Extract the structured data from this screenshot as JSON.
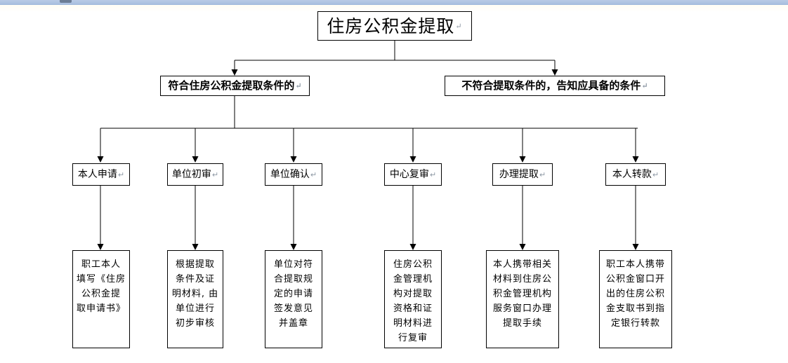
{
  "chrome": {
    "tab_marker": "",
    "present": true
  },
  "flowchart": {
    "title_node": {
      "label": "住房公积金提取",
      "return_mark": "↵"
    },
    "condition_nodes": [
      {
        "label": "符合住房公积金提取条件的",
        "return_mark": "↵"
      },
      {
        "label": "不符合提取条件的，告知应具备的条件",
        "return_mark": "↵"
      }
    ],
    "step_nodes": [
      {
        "label": "本人申请",
        "return_mark": "↵"
      },
      {
        "label": "单位初审",
        "return_mark": "↵"
      },
      {
        "label": "单位确认",
        "return_mark": "↵"
      },
      {
        "label": "中心复审",
        "return_mark": "↵"
      },
      {
        "label": "办理提取",
        "return_mark": "↵"
      },
      {
        "label": "本人转款",
        "return_mark": "↵"
      }
    ],
    "detail_nodes": [
      {
        "label": "职工本人\n填写《住房\n公积金提\n取申请书》"
      },
      {
        "label": "根据提取\n条件及证\n明材料, 由\n单位进行\n初步审核"
      },
      {
        "label": "单位对符\n合提取规\n定的申请\n签发意见\n并盖章"
      },
      {
        "label": "住房公积\n金管理机\n构对提取\n资格和证\n明材料进\n行复审"
      },
      {
        "label": "本人携带相关\n材料到住房公\n积金管理机构\n服务窗口办理\n提取手续"
      },
      {
        "label": "职工本人携带\n公积金窗口开\n出的住房公积\n金支取书到指\n定银行转款"
      }
    ],
    "colors": {
      "line": "#000000",
      "box_border": "#000000",
      "background": "#ffffff",
      "chrome": "#a8bfdf"
    }
  }
}
